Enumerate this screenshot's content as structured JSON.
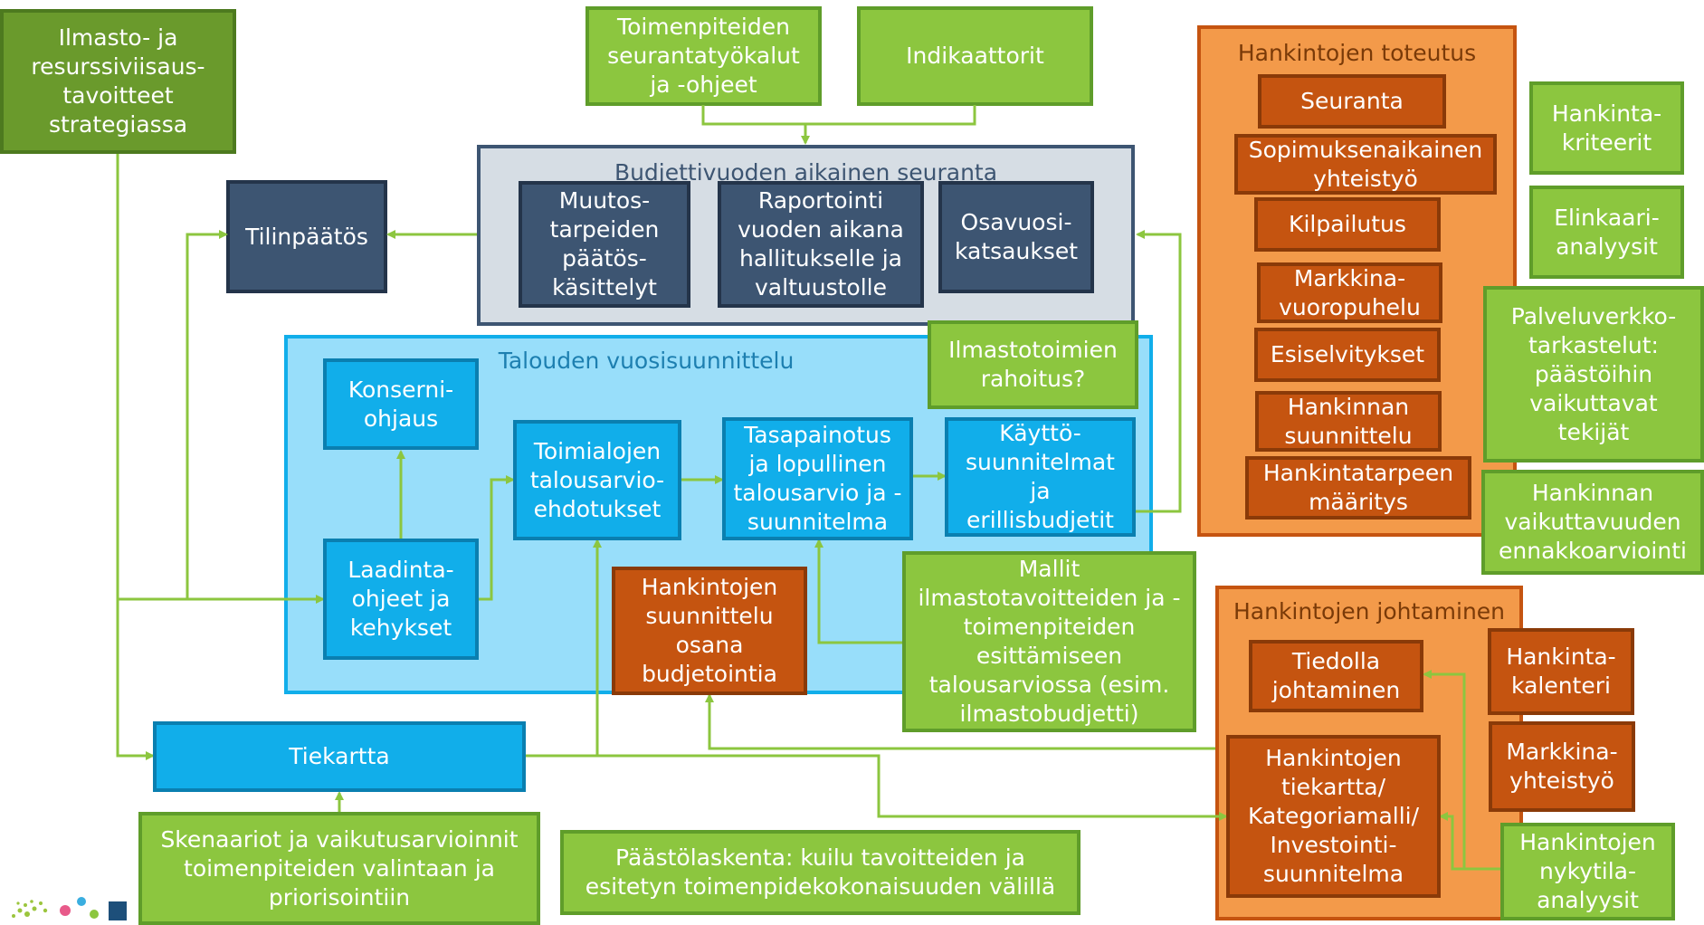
{
  "boxes": {
    "ilmasto_tavoitteet": "Ilmasto- ja resurssiviisaus-tavoitteet strategiassa",
    "seurantatyokalut": "Toimenpiteiden seurantatyökalut ja -ohjeet",
    "indikaattorit": "Indikaattorit",
    "tilinpaatos": "Tilinpäätös",
    "muutostarpeet": "Muutos-tarpeiden päätös-käsittelyt",
    "raportointi": "Raportointi vuoden aikana hallitukselle ja valtuustolle",
    "osavuosi": "Osavuosi-katsaukset",
    "konserniohjaus": "Konserni-ohjaus",
    "toimialojen": "Toimialojen talousarvio-ehdotukset",
    "tasapainotus": "Tasapainotus ja lopullinen talousarvio ja -suunnitelma",
    "kayttosuunnitelmat": "Käyttö-suunnitelmat ja erillisbudjetit",
    "ilmastotoimien_rahoitus": "Ilmastotoimien rahoitus?",
    "laadintaohjeet": "Laadinta-ohjeet ja kehykset",
    "hankintojen_suunnittelu_budjetointi": "Hankintojen suunnittelu osana budjetointia",
    "mallit": "Mallit ilmastotavoitteiden ja -toimenpiteiden esittämiseen talousarviossa (esim. ilmastobudjetti)",
    "tiekartta": "Tiekartta",
    "skenaariot": "Skenaariot ja vaikutusarvioinnit toimenpiteiden valintaan ja priorisointiin",
    "paastolaskenta": "Päästölaskenta: kuilu tavoitteiden ja esitetyn toimenpidekokonaisuuden välillä",
    "seuranta": "Seuranta",
    "sopimuksenaikainen": "Sopimuksenaikainen yhteistyö",
    "kilpailutus": "Kilpailutus",
    "markkinavuoropuhelu": "Markkina-vuoropuhelu",
    "esiselvitykset": "Esiselvitykset",
    "hankinnan_suunnittelu": "Hankinnan suunnittelu",
    "hankintatarpeen": "Hankintatarpeen määritys",
    "hankintakriteerit": "Hankinta-kriteerit",
    "elinkaari": "Elinkaari-analyysit",
    "palveluverkko": "Palveluverkko-tarkastelut: päästöihin vaikuttavat tekijät",
    "vaikuttavuus": "Hankinnan vaikuttavuuden ennakkoarviointi",
    "tiedolla": "Tiedolla johtaminen",
    "hankintakalenteri": "Hankinta-kalenteri",
    "hankintojen_tiekartta": "Hankintojen tiekartta/ Kategoriamalli/ Investointi-suunnitelma",
    "markkinayhteistyo": "Markkina-yhteistyö",
    "nykytila": "Hankintojen nykytila-analyysit"
  },
  "panels": {
    "budjettivuosi": "Budjettivuoden aikainen seuranta",
    "talouden": "Talouden vuosisuunnittelu",
    "toteutus": "Hankintojen toteutus",
    "johtaminen": "Hankintojen johtaminen"
  },
  "colors": {
    "green": "#8cc63f",
    "dark_green": "#6a9a2c",
    "navy": "#3d5572",
    "cyan": "#11aeea",
    "light_blue_panel": "#98defa",
    "grey_panel": "#d6dde4",
    "orange_panel": "#f39a4a",
    "dark_orange": "#c55410",
    "arrow": "#8cc63f"
  }
}
